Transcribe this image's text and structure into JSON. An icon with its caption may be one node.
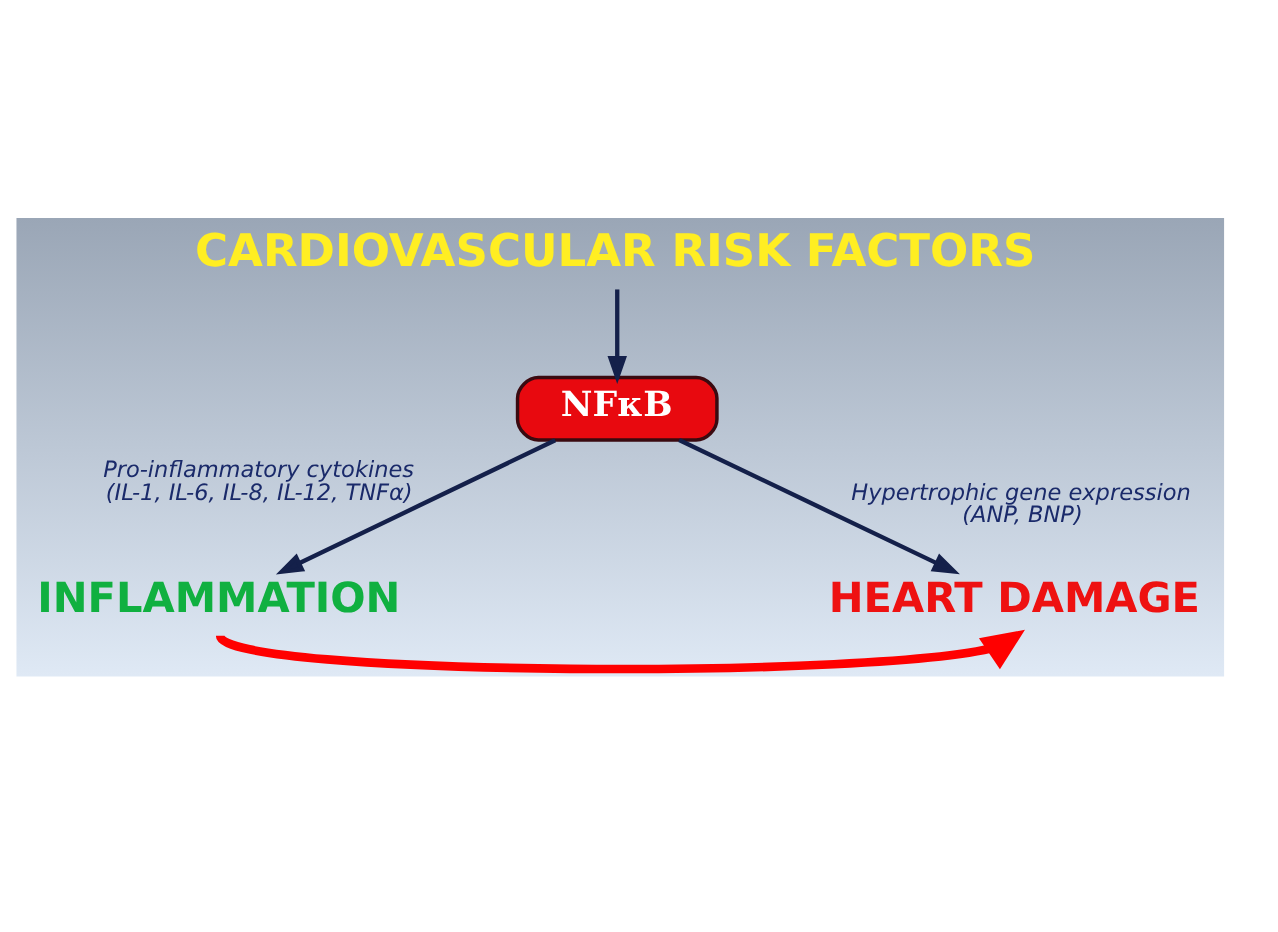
{
  "diagram": {
    "nodes": [
      {
        "text": [
          "CARDIOVASCULAR RISK FACTORS"
        ]
      },
      {
        "text": [
          "NFκB"
        ]
      },
      {
        "text": [
          "INFLAMMATION"
        ]
      },
      {
        "text": [
          "HEART DAMAGE"
        ]
      }
    ],
    "edges": [
      {
        "from": 0,
        "to": 1,
        "arrow": "to"
      },
      {
        "from": 1,
        "to": 2,
        "arrow": "to",
        "label": "Pro-inflammatory cytokines (IL-1, IL-6, IL-8, IL-12, TNFα)"
      },
      {
        "from": 1,
        "to": 3,
        "arrow": "to",
        "label": "Hypertrophic gene expression (ANP, BNP)"
      },
      {
        "from": 2,
        "to": 3,
        "arrow": "to",
        "style": "thick",
        "color": "#ff0000"
      }
    ]
  }
}
